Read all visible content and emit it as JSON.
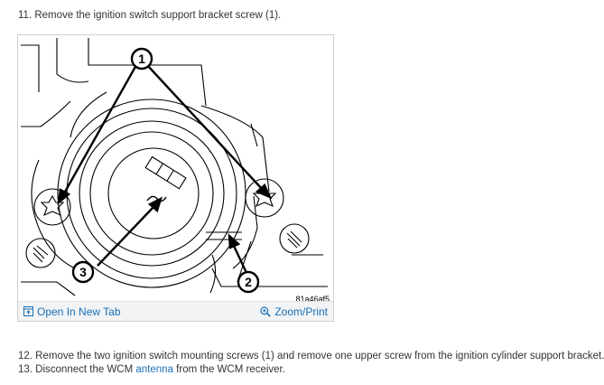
{
  "steps": {
    "step11": "11. Remove the ignition switch support bracket screw (1).",
    "step12": "12. Remove the two ignition switch mounting screws (1) and remove one upper screw from the ignition cylinder support bracket.",
    "step13_prefix": "13. Disconnect the WCM ",
    "step13_link": "antenna",
    "step13_suffix": " from the WCM receiver."
  },
  "figure": {
    "callouts": [
      "1",
      "2",
      "3"
    ],
    "image_id": "81a46af5",
    "open_label": "Open In New Tab",
    "zoom_label": "Zoom/Print"
  },
  "colors": {
    "link": "#1a6fb5",
    "toolbar_bg": "#f1f3f5",
    "text": "#333333"
  }
}
